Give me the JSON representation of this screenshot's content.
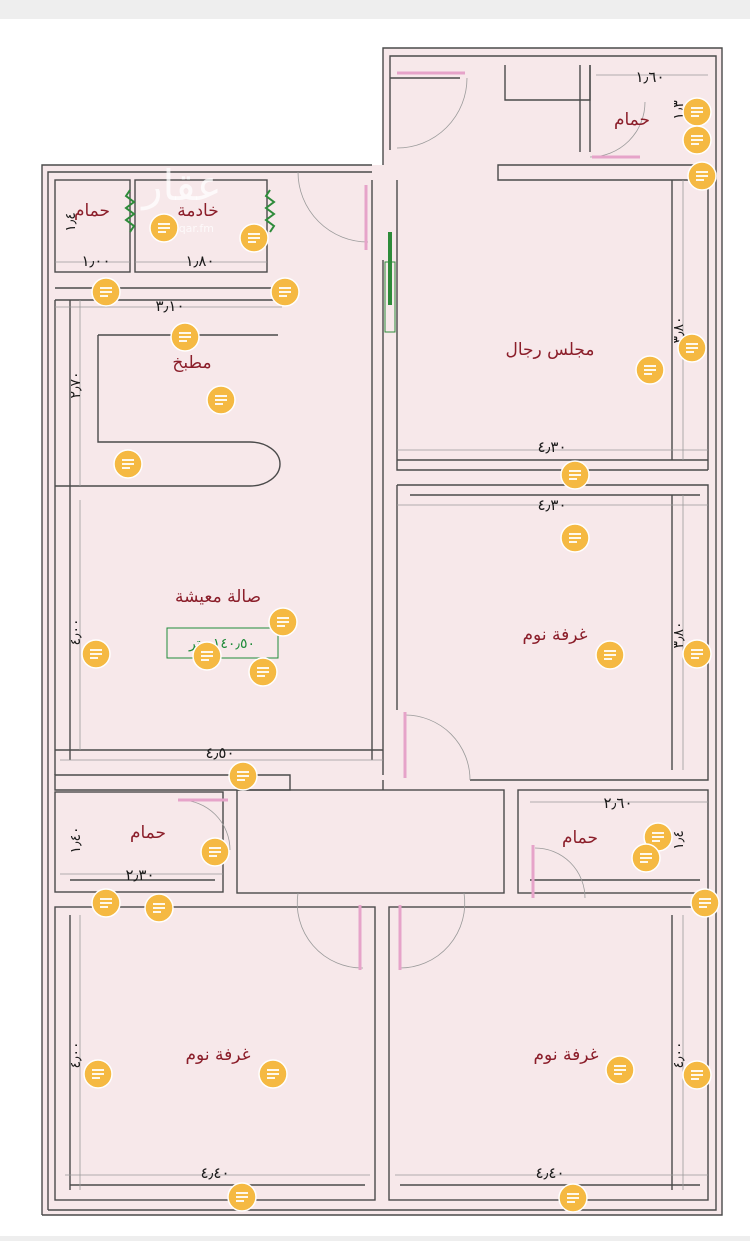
{
  "watermark": {
    "logo": "عقار",
    "site": "sa.aqar.fm"
  },
  "rooms": {
    "mens_majlis": "مجلس رجال",
    "living_hall": "صالة معيشة",
    "kitchen": "مطبخ",
    "maid_room": "خادمة",
    "bath_top_left": "حمام",
    "bath_top_right": "حمام",
    "bath_mid_left": "حمام",
    "bath_mid_right": "حمام",
    "bedroom_mid_right": "غرفة نوم",
    "bedroom_bottom_left": "غرفة نوم",
    "bedroom_bottom_right": "غرفة نوم"
  },
  "area_box": "١٤٠٫٥٠ متر",
  "dimensions": {
    "top_right_bath_w": "١٫٦٠",
    "top_right_bath_h": "١٫٣",
    "majlis_w": "٤٫٣٠",
    "majlis_h": "٣٫٨٠",
    "bed_mid_w": "٤٫٣٠",
    "bed_mid_h": "٣٫٨٠",
    "maid_bath_w": "١٫٠٠",
    "maid_bath_h": "١٫٤",
    "maid_w": "١٫٨٠",
    "kitchen_w": "٣٫١٠",
    "kitchen_h": "٢٫٧٠",
    "hall_w": "٤٫٥٠",
    "hall_h": "٤٫٠٠",
    "bath_mid_left_w": "٢٫٣٠",
    "bath_mid_left_h": "١٫٤٠",
    "bath_mid_right_w": "٢٫٦٠",
    "bath_mid_right_h": "١٫٤",
    "bed_bl_w": "٤٫٤٠",
    "bed_bl_h": "٤٫٠٠",
    "bed_br_w": "٤٫٤٠",
    "bed_br_h": "٤٫٠٠"
  },
  "colors": {
    "floor": "#f7e8ea",
    "wall": "#4a4a4a",
    "label": "#8b1e2a",
    "chip": "#f5b942",
    "door": "#e6a3c9"
  }
}
